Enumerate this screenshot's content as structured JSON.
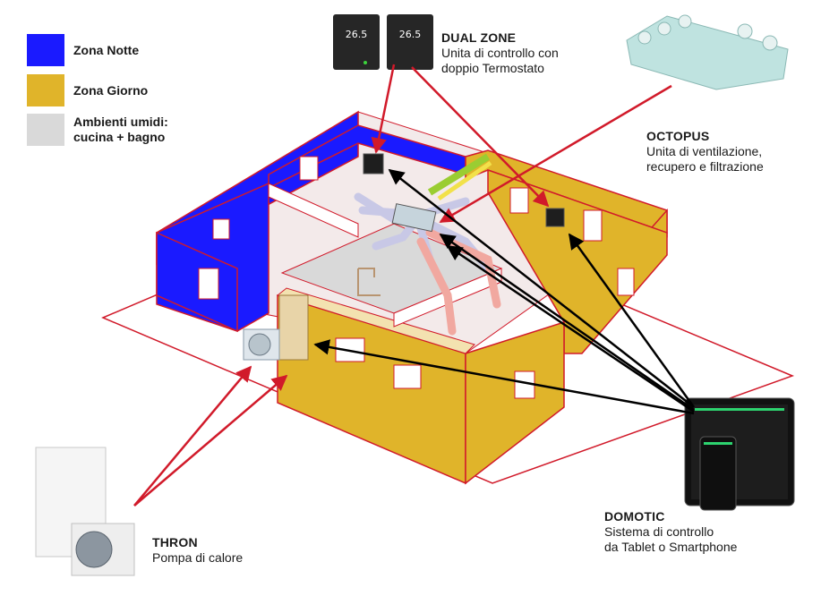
{
  "legend": [
    {
      "label": "Zona Notte",
      "color": "#1a1aff"
    },
    {
      "label": "Zona Giorno",
      "color": "#e0b42a"
    },
    {
      "label": "Ambienti umidi:\ncucina + bagno",
      "color": "#d9d9d9"
    }
  ],
  "callouts": {
    "dual_zone": {
      "title": "DUAL ZONE",
      "desc": "Unita di controllo con\ndoppio Termostato"
    },
    "octopus": {
      "title": "OCTOPUS",
      "desc": "Unita di ventilazione,\nrecupero e filtrazione"
    },
    "thron": {
      "title": "THRON",
      "desc": "Pompa di calore"
    },
    "domotic": {
      "title": "DOMOTIC",
      "desc": "Sistema di controllo\nda Tablet o Smartphone"
    }
  },
  "thermostat_display": "26.5",
  "colors": {
    "red_arrow": "#d11a2a",
    "black_arrow": "#000000",
    "wall_yellow": "#e0b42a",
    "wall_blue": "#1a1aff",
    "wet_grey": "#d9d9d9",
    "outline_red": "#d11a2a"
  }
}
